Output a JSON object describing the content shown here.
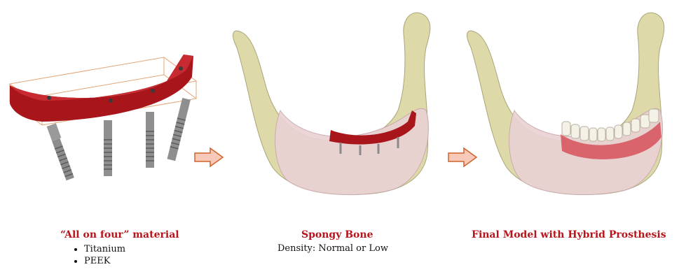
{
  "panels": [
    {
      "title": "“All on four” material",
      "items": [
        "Titanium",
        "PEEK"
      ]
    },
    {
      "title": "Spongy Bone",
      "subtitle": "Density: Normal or Low"
    },
    {
      "title": "Final Model with Hybrid Prosthesis"
    }
  ],
  "colors": {
    "accent_title": "#b8141b",
    "bar": "#b01c22",
    "bone": "#ddd9a8",
    "gum": "#ead2d4",
    "implant": "#8a8a8a",
    "arrow_fill": "#f7c9b9",
    "arrow_stroke": "#d2622c"
  }
}
